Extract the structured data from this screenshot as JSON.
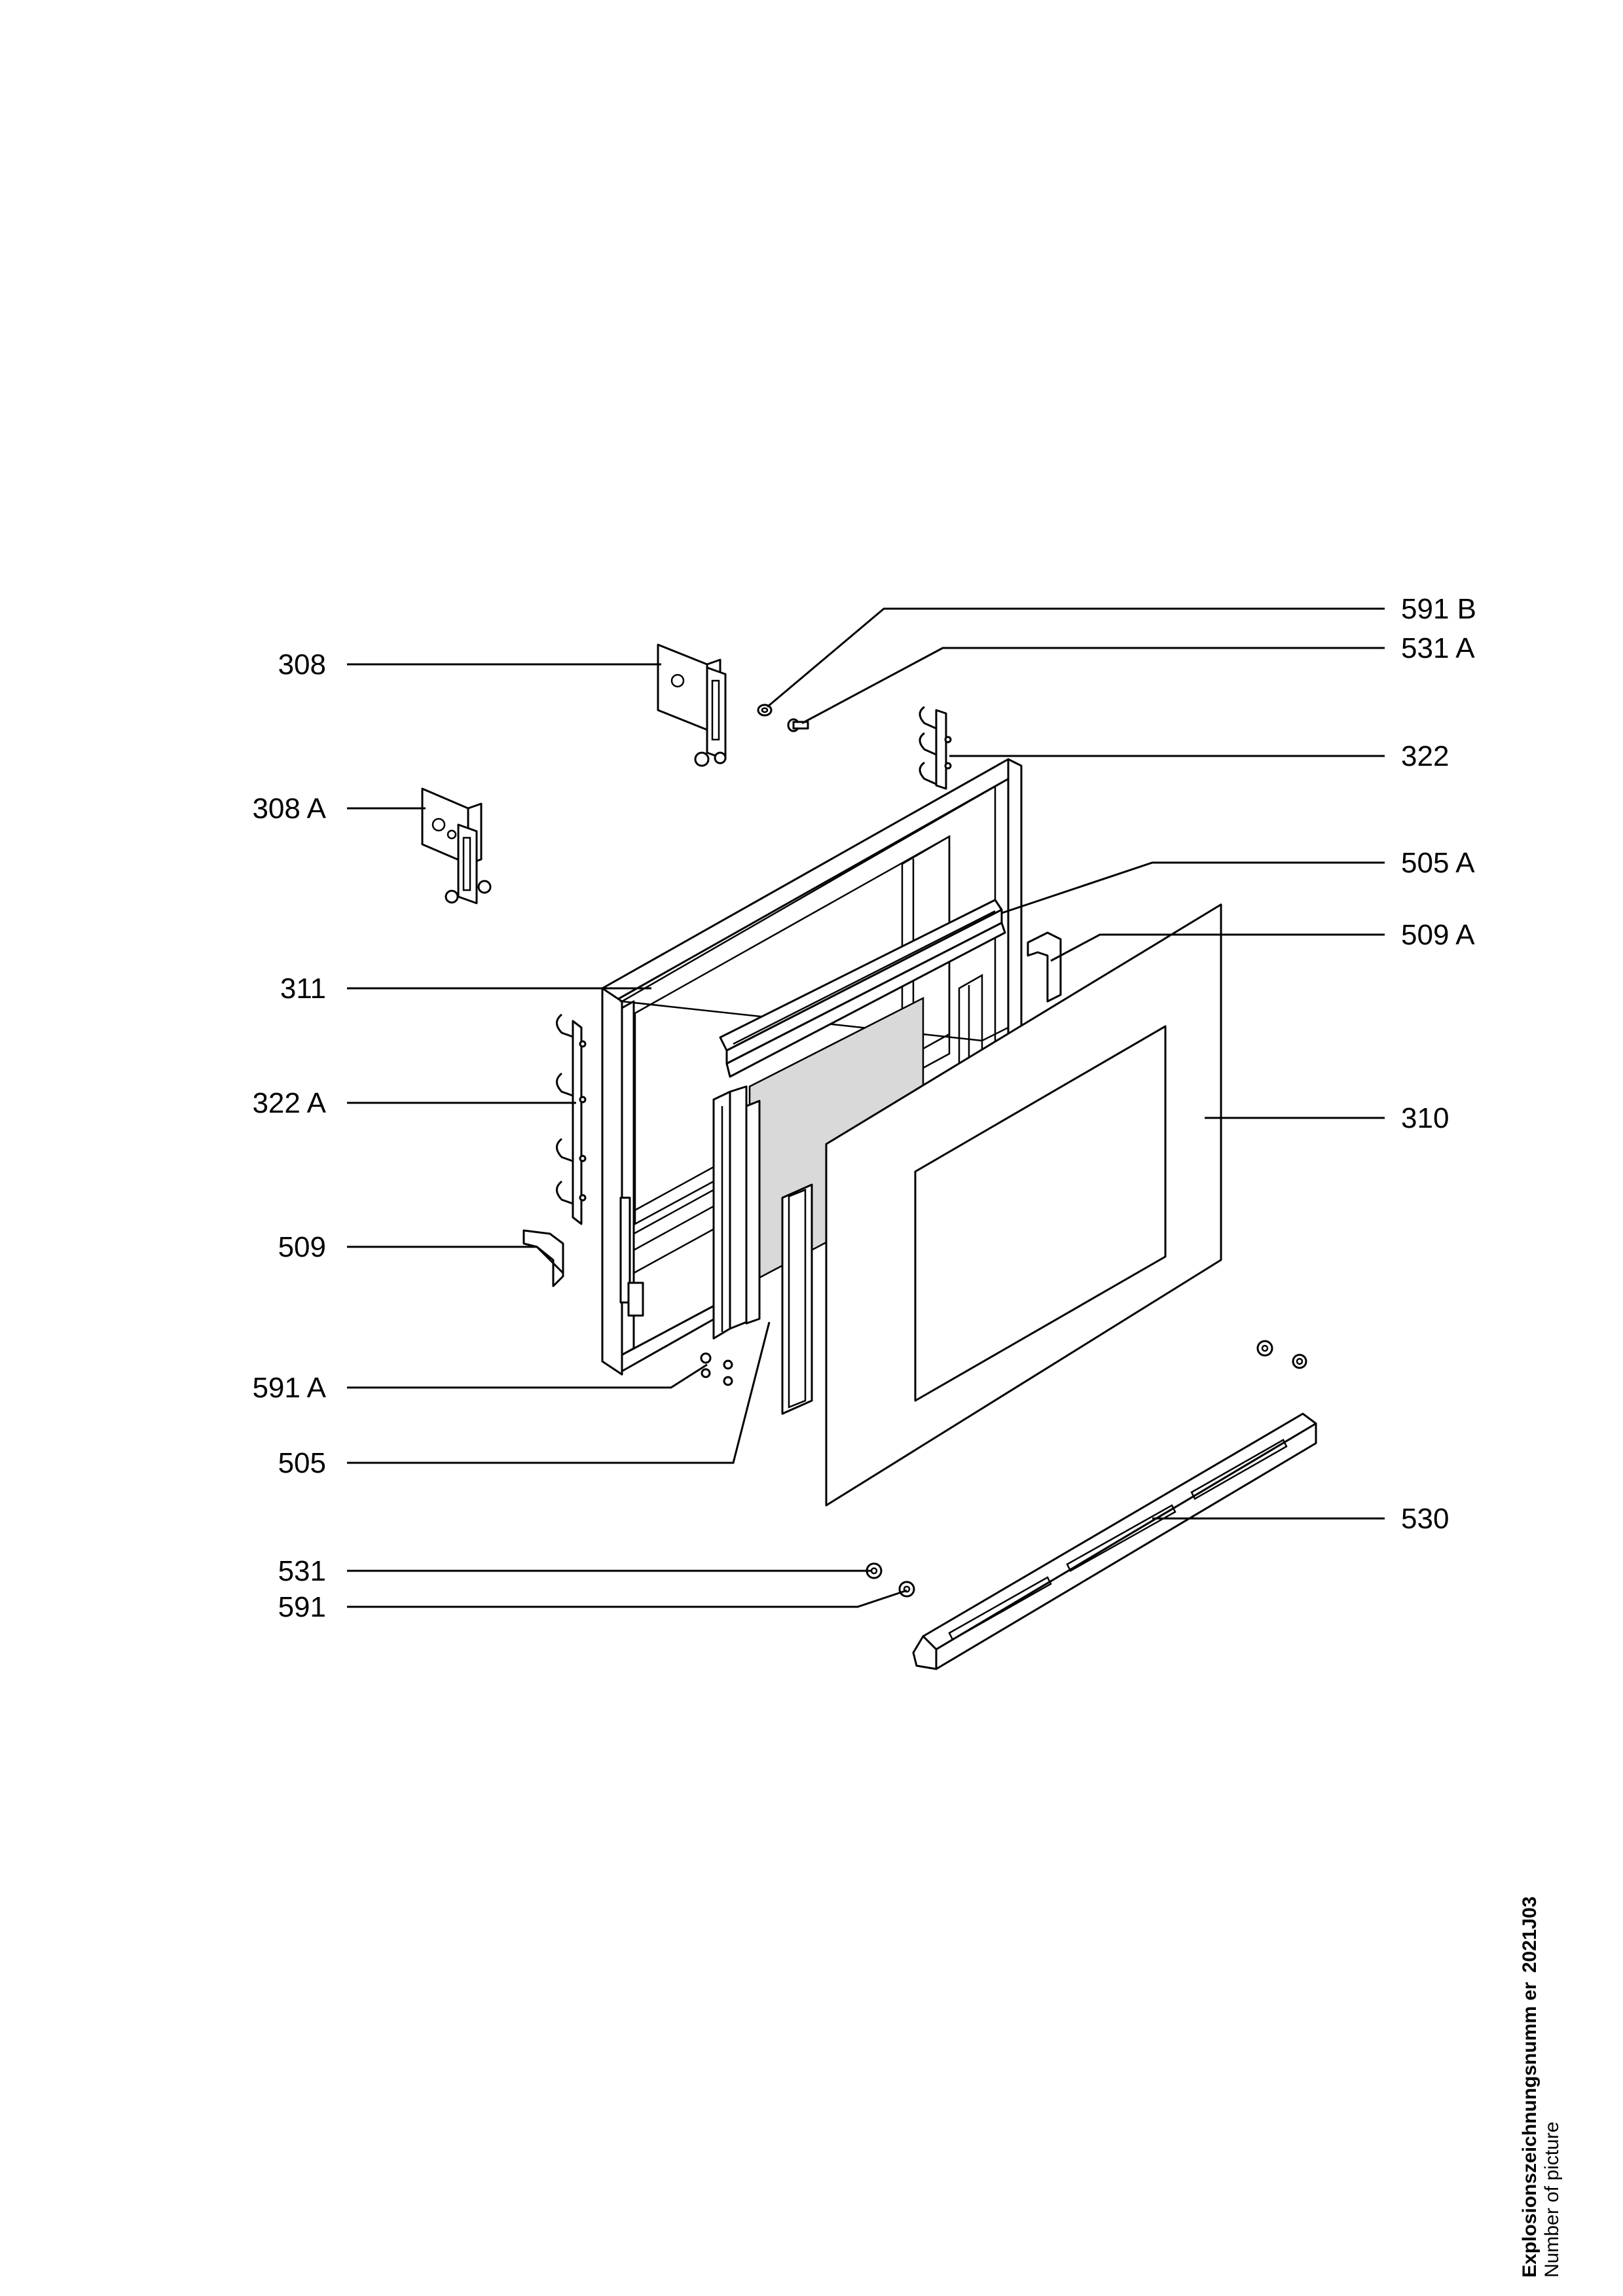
{
  "labels": {
    "l308": "308",
    "l308a": "308 A",
    "l311": "311",
    "l322a": "322 A",
    "l509": "509",
    "l591a": "591 A",
    "l505": "505",
    "l531": "531",
    "l591": "591",
    "l591b": "591 B",
    "l531a": "531 A",
    "l322": "322",
    "l505a": "505 A",
    "l509a": "509 A",
    "l310": "310",
    "l530": "530"
  },
  "caption": {
    "title": "Explosionszeichnungsnumm er",
    "number": "2021J03",
    "subtitle": "Number of picture"
  }
}
